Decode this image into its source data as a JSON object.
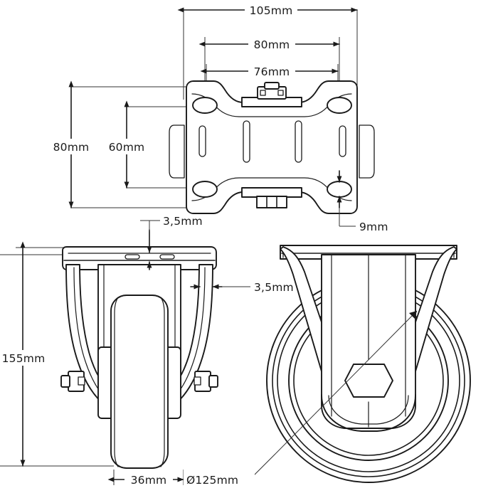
{
  "drawing": {
    "title": "Fixed castor technical drawing",
    "units": "mm",
    "background_color": "#ffffff",
    "line_color": "#1a1a1a"
  },
  "views": {
    "top": {
      "name": "top-plate-view",
      "description": "Top view of the mounting plate with four oval bolt holes and four slots"
    },
    "front": {
      "name": "front-elevation-view",
      "description": "Front elevation of the fixed castor showing fork and wheel"
    },
    "side": {
      "name": "side-elevation-view",
      "description": "Side elevation showing the wheel outer diameter and hex axle nut"
    }
  },
  "dimensions": {
    "plate_width": {
      "label": "105mm",
      "value": 105,
      "name": "plate-width-dimension"
    },
    "bolt_spacing_outer": {
      "label": "80mm",
      "value": 80,
      "name": "bolt-spacing-outer-dimension"
    },
    "bolt_spacing_inner": {
      "label": "76mm",
      "value": 76,
      "name": "bolt-spacing-inner-dimension"
    },
    "plate_depth": {
      "label": "80mm",
      "value": 80,
      "name": "plate-depth-dimension"
    },
    "bolt_depth": {
      "label": "60mm",
      "value": 60,
      "name": "bolt-depth-dimension"
    },
    "bolt_hole": {
      "label": "9mm",
      "value": 9,
      "name": "bolt-hole-diameter-callout"
    },
    "plate_thickness": {
      "label": "3,5mm",
      "value": 3.5,
      "name": "plate-thickness-callout"
    },
    "fork_thickness": {
      "label": "3,5mm",
      "value": 3.5,
      "name": "fork-thickness-callout"
    },
    "overall_height": {
      "label": "155mm",
      "value": 155,
      "name": "overall-height-dimension"
    },
    "wheel_width": {
      "label": "36mm",
      "value": 36,
      "name": "wheel-width-dimension"
    },
    "wheel_diameter": {
      "label": "Ø125mm",
      "value": 125,
      "name": "wheel-diameter-callout"
    }
  }
}
